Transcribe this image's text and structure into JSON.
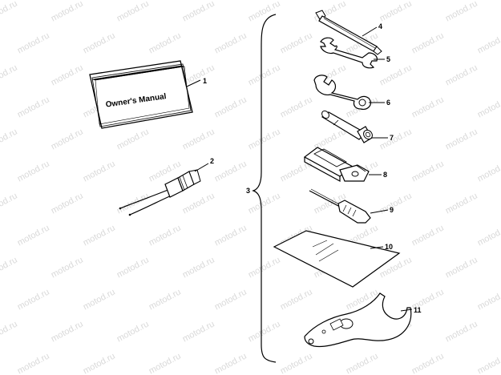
{
  "diagram": {
    "manual_label": "Owner's Manual",
    "watermark_text": "motod.ru",
    "callouts": {
      "c1": "1",
      "c2": "2",
      "c3": "3",
      "c4": "4",
      "c5": "5",
      "c6": "6",
      "c7": "7",
      "c8": "8",
      "c9": "9",
      "c10": "10",
      "c11": "11"
    }
  },
  "colors": {
    "line": "#000000",
    "watermark": "#d9d9d9"
  },
  "icons": [
    "manual-icon",
    "wire-harness-icon",
    "spark-plug-wrench-icon",
    "open-end-wrench-icon",
    "combination-wrench-icon",
    "socket-wrench-icon",
    "tool-holder-icon",
    "screwdriver-icon",
    "tool-bag-icon",
    "hook-spanner-icon",
    "bracket-icon"
  ]
}
